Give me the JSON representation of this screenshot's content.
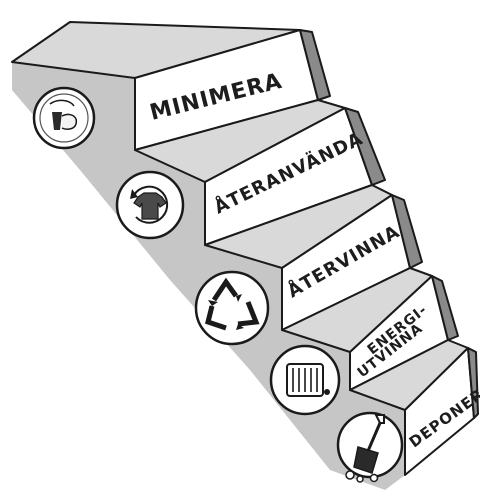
{
  "steps": [
    {
      "label": "MINIMERA",
      "icon": "hand-holding-cup-icon"
    },
    {
      "label": "ÅTERANVÄNDA",
      "icon": "reuse-shirt-icon"
    },
    {
      "label": "ÅTERVINNA",
      "icon": "recycle-arrows-icon"
    },
    {
      "label_line1": "ENERGI-",
      "label_line2": "UTVINNA",
      "icon": "radiator-icon"
    },
    {
      "label": "DEPONERA",
      "icon": "shovel-icon"
    }
  ],
  "colors": {
    "ink": "#1a1a1a",
    "step_top": "#d9d9d9",
    "step_front": "#ffffff",
    "step_side": "#8a8a8a",
    "wall": "#c6c6c6"
  }
}
